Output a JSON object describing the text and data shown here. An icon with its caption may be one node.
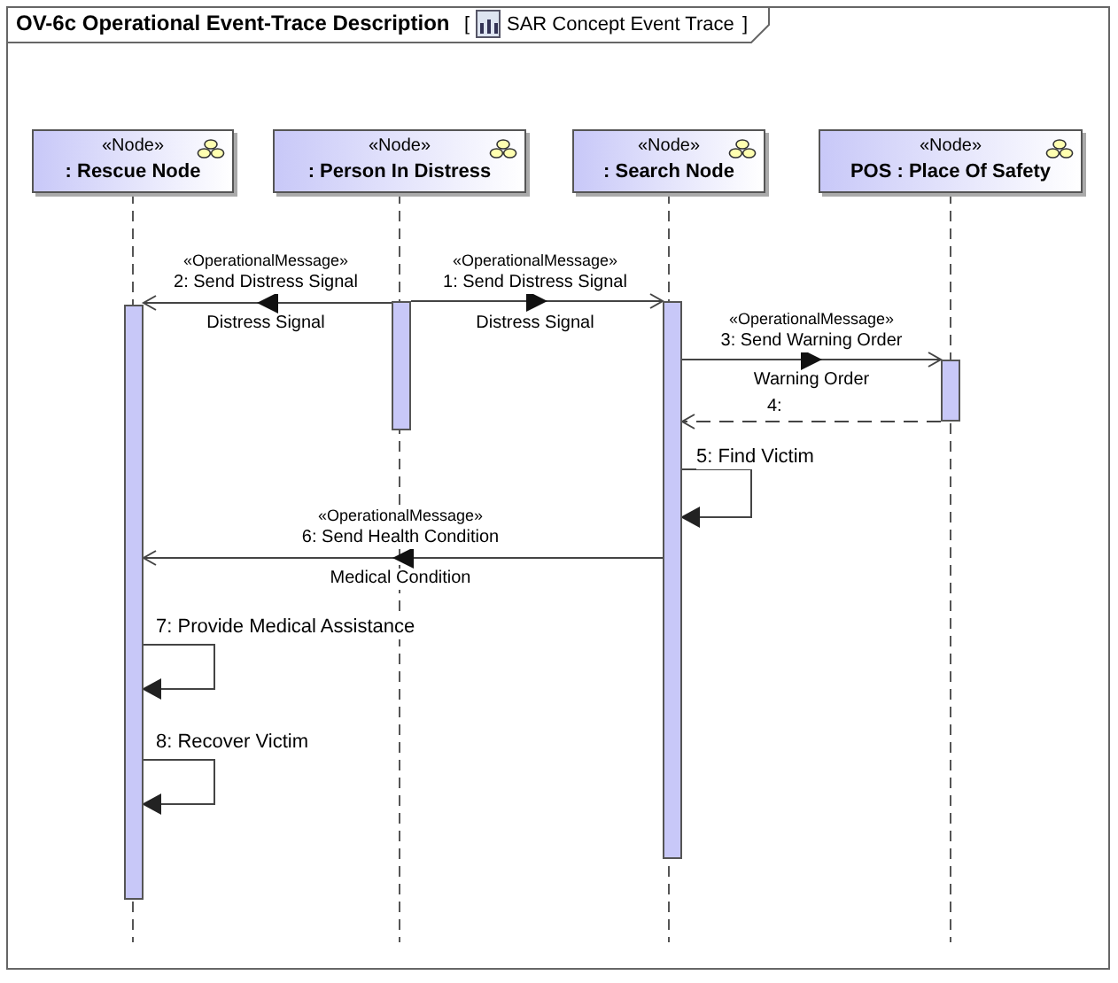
{
  "diagram": {
    "title": "OV-6c Operational Event-Trace Description",
    "nodes": [
      {
        "text": [
          "«Node»",
          ": Rescue Node"
        ]
      },
      {
        "text": [
          "«Node»",
          ": Person In Distress"
        ]
      },
      {
        "text": [
          "«Node»",
          ": Search Node"
        ]
      },
      {
        "text": [
          "«Node»",
          "POS : Place Of Safety"
        ]
      },
      {
        "text": [],
        "shape": "bar"
      },
      {
        "text": [],
        "shape": "bar"
      },
      {
        "text": [],
        "shape": "bar"
      },
      {
        "text": [],
        "shape": "bar"
      }
    ],
    "edges": [
      {
        "from": 5,
        "to": 6,
        "arrow": "to",
        "label": "1: Send Distress Signal"
      },
      {
        "from": 5,
        "to": 4,
        "arrow": "to",
        "label": "2: Send Distress Signal"
      },
      {
        "from": 6,
        "to": 7,
        "arrow": "to",
        "label": "3: Send Warning Order"
      },
      {
        "from": 7,
        "to": 6,
        "arrow": "to",
        "label": "4:",
        "style": "dashed"
      },
      {
        "from": 6,
        "to": 6,
        "arrow": "to",
        "label": "5: Find Victim"
      },
      {
        "from": 6,
        "to": 4,
        "arrow": "to",
        "label": "6: Send Health Condition"
      },
      {
        "from": 4,
        "to": 4,
        "arrow": "to",
        "label": "7: Provide Medical Assistance"
      },
      {
        "from": 4,
        "to": 4,
        "arrow": "to",
        "label": "8: Recover Victim"
      }
    ],
    "labels": [
      "[",
      "SAR Concept Event Trace",
      "]",
      "«OperationalMessage»",
      "«OperationalMessage»",
      "Distress Signal",
      "Distress Signal",
      "«OperationalMessage»",
      "Warning Order",
      "«OperationalMessage»",
      "Medical Condition"
    ]
  }
}
